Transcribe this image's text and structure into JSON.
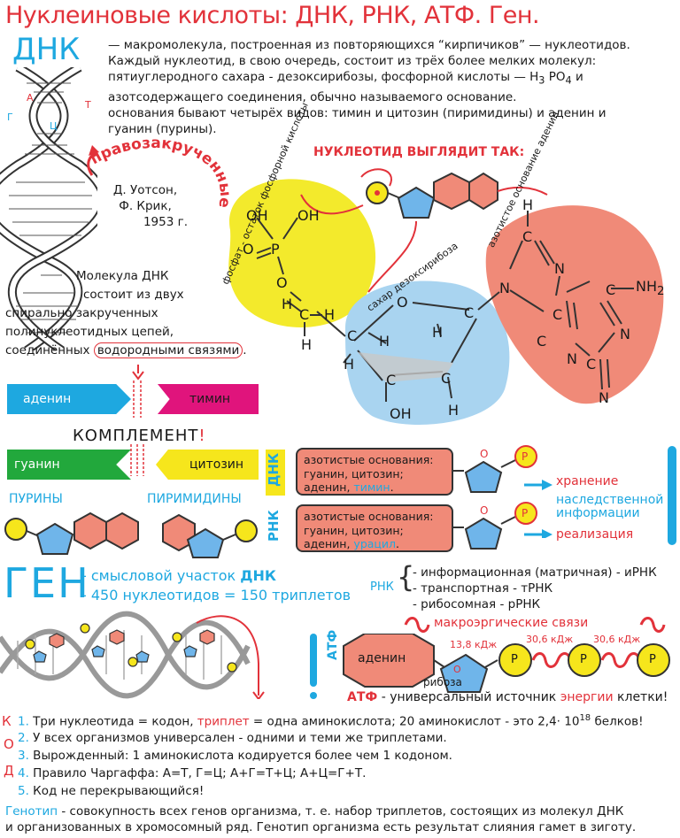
{
  "title": "Нуклеиновые кислоты: ДНК, РНК, АТФ. Ген.",
  "dnk_heading": "ДНК",
  "intro": {
    "line1": "— макромолекула, построенная из повторяющихся “кирпичиков” — нуклеотидов.",
    "line2": "Каждый нуклеотид, в свою очередь, состоит из трёх более мелких молекул:",
    "line3a": "пятиуглеродного сахара - дезоксирибозы, фосфорной кислоты — H",
    "line3_sub1": "3",
    "line3b": " PO",
    "line3_sub2": "4",
    "line3c": " и",
    "line4": "азотсодержащего соединения, обычно называемого основание.",
    "line5": "основания бывают четырёх видов: тимин и цитозин (пиримидины) и аденин и",
    "line6": "гуанин (пурины)."
  },
  "helix": {
    "pravozakruchennye": "правозакрученные",
    "authors_1": "Д. Уотсон,",
    "authors_2": "Ф. Крик,",
    "authors_3": "1953 г.",
    "molecule_1": "Молекула ДНК",
    "molecule_2": "состоит из двух",
    "molecule_3": "спирально закрученных",
    "molecule_4": "полинуклеотидных цепей,",
    "molecule_5a": "соединённых ",
    "molecule_5b": "водородными связями",
    "molecule_5c": ".",
    "letter_a": "А",
    "letter_t": "Т",
    "letter_g": "Г",
    "letter_c": "Ц"
  },
  "nucleotide": {
    "header": "НУКЛЕОТИД ВЫГЛЯДИТ ТАК:",
    "phosphate_label": "фосфат - остаток фосфорной кислоты",
    "sugar_label": "сахар дезоксирибоза",
    "base_label": "азотистое основание аденин",
    "atoms": {
      "OH": "OH",
      "O": "O",
      "P": "P",
      "H": "H",
      "C": "C",
      "N": "N",
      "NH2": "NH",
      "NH2_sub": "2"
    }
  },
  "pairs": {
    "adenin": "аденин",
    "timin": "тимин",
    "komplement": "КОМПЛЕМЕНТ",
    "excl": "!",
    "guanin": "гуанин",
    "citozin": "цитозин",
    "puriny": "ПУРИНЫ",
    "pirimidiny": "ПИРИМИДИНЫ"
  },
  "dna_rna": {
    "dnk_tag": "ДНК",
    "rnk_tag": "РНК",
    "dnk_box_1": "азотистые основания:",
    "dnk_box_2": "гуанин, цитозин;",
    "dnk_box_3a": "аденин, ",
    "dnk_box_3b": "тимин",
    "dnk_box_3c": ".",
    "rnk_box_1": "азотистые основания:",
    "rnk_box_2": "гуанин, цитозин;",
    "rnk_box_3a": "аденин, ",
    "rnk_box_3b": "урацил",
    "rnk_box_3c": ".",
    "O": "O",
    "P": "P",
    "storage": "хранение",
    "hereditary_1": "наследственной",
    "hereditary_2": "информации",
    "realization": "реализация"
  },
  "gen": {
    "heading": "ГЕН",
    "line1a": "- смысловой участок ",
    "line1b": "ДНК",
    "line2": "- 450 нуклеотидов = 150 триплетов",
    "rnk_label": "РНК",
    "rnk_1": "- информационная (матричная) - иРНК",
    "rnk_2": "- транспортная  - тРНК",
    "rnk_3": "- рибосомная - рРНК"
  },
  "atf": {
    "tag": "АТФ",
    "bonds_title": "макроэргические связи",
    "energy_1": "13,8 кДж",
    "energy_2": "30,6 кДж",
    "energy_3": "30,6 кДж",
    "adenin": "аденин",
    "riboza": "рибоза",
    "P": "P",
    "caption_a": "АТФ",
    "caption_b": " - универсальный источник ",
    "caption_c": "энергии",
    "caption_d": " клетки!"
  },
  "code": {
    "kod_k": "К",
    "kod_o": "О",
    "kod_d": "Д",
    "n1": "1.",
    "t1a": " Три нуклеотида = кодон, ",
    "t1b": "триплет",
    "t1c": " = одна аминокислота; 20 аминокислот - это 2,4· 10",
    "t1_sup": "18",
    "t1d": " белков!",
    "n2": "2.",
    "t2": " У всех организмов универсален - одними и теми же триплетами.",
    "n3": "3.",
    "t3": " Вырожденный: 1 аминокислота кодируется более чем 1 кодоном.",
    "n4": "4.",
    "t4": " Правило Чаргаффа: А=Т, Г=Ц; А+Г=Т+Ц; А+Ц=Г+Т.",
    "n5": "5.",
    "t5": " Код не перекрывающийся!"
  },
  "genotype": {
    "term": "Генотип",
    "line1": " - совокупность всех генов организма, т. е. набор триплетов, состоящих из молекул ДНК",
    "line2": "и организованных в хромосомный ряд. Генотип организма есть результат слияния гамет в зиготу."
  },
  "colors": {
    "red": "#e2323a",
    "blue": "#1ea8e0",
    "magenta": "#e0147c",
    "yellow": "#f6e61c",
    "green": "#22a83c",
    "salmon": "#f08a78",
    "lightblue": "#a9d4f0",
    "nucleotide_yellow": "#f3ea2c"
  }
}
